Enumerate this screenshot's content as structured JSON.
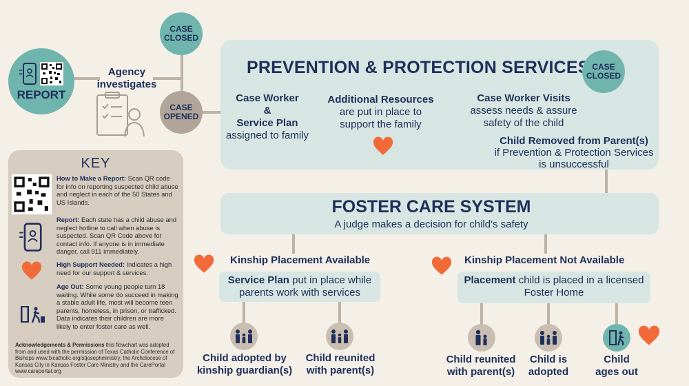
{
  "report": {
    "label": "REPORT"
  },
  "agency": {
    "line1": "Agency",
    "line2": "investigates"
  },
  "case_closed_top": {
    "line1": "CASE",
    "line2": "CLOSED"
  },
  "case_opened": {
    "line1": "CASE",
    "line2": "OPENED"
  },
  "prevention": {
    "title": "PREVENTION & PROTECTION SERVICES",
    "case_closed": {
      "line1": "CASE",
      "line2": "CLOSED"
    },
    "case_worker": {
      "line1": "Case Worker",
      "line2": "&",
      "line3": "Service Plan",
      "line4": "assigned to family"
    },
    "resources": {
      "line1": "Additional Resources",
      "line2": "are put in place to",
      "line3": "support the family"
    },
    "visits": {
      "line1": "Case Worker Visits",
      "line2": "assess needs & assure",
      "line3": "safety of the child"
    },
    "removed": {
      "line1": "Child Removed from Parent(s)",
      "line2": "if Prevention & Protection Services",
      "line3": "is unsuccessful"
    }
  },
  "foster": {
    "title": "FOSTER CARE SYSTEM",
    "subtitle": "A judge makes a decision for child's safety"
  },
  "kinship": {
    "heading": "Kinship Placement Available",
    "box_bold": "Service Plan",
    "box_rest": " put in place while",
    "box_line2": "parents work with services"
  },
  "nonkinship": {
    "heading": "Kinship Placement Not Available",
    "box_bold": "Placement",
    "box_rest": " child is placed in a licensed",
    "box_line2": "Foster Home"
  },
  "outcomes": {
    "o1": {
      "line1": "Child adopted by",
      "line2": "kinship guardian(s)"
    },
    "o2": {
      "line1": "Child reunited",
      "line2": "with parent(s)"
    },
    "o3": {
      "line1": "Child reunited",
      "line2": "with parent(s)"
    },
    "o4": {
      "line1": "Child is",
      "line2": "adopted"
    },
    "o5": {
      "line1": "Child",
      "line2": "ages out"
    }
  },
  "key": {
    "title": "KEY",
    "report_how_bold": "How to Make a Report:",
    "report_how_text": " Scan QR code for info on reporting suspected child abuse and neglect in each of the 50 States and US Islands.",
    "report_bold": "Report:",
    "report_text": " Each state has a child abuse and neglect hotline to call when abuse is suspected. Scan QR Code above for contact info. If anyone is in immediate danger, call 911 immediately.",
    "support_bold": "High Support Needed:",
    "support_text": " Indicates a high need for our support & services.",
    "ageout_bold": "Age Out:",
    "ageout_text": " Some young people turn 18 waiting. While some do succeed in making a stable adult life, most will become teen parents, homeless, in prison, or trafficked. Data indicates their children are more likely to enter foster care as well.",
    "ack_bold": "Acknowledgements & Permissions",
    "ack_text": " this flowchart was adopted from and used with the permission of Texas Catholic Conference of Bishops www.txcatholic.org/stjosephministry, the Archdiocese of Kansas City in Kansas Foster Care Ministry and the CarePortal www.careportal.org"
  },
  "colors": {
    "teal": "#6fb5ad",
    "taupe": "#b0a598",
    "panel": "#d7e6e2",
    "navy": "#1e2f5a",
    "heart": "#f26a3a",
    "bg": "#f4efe7"
  }
}
